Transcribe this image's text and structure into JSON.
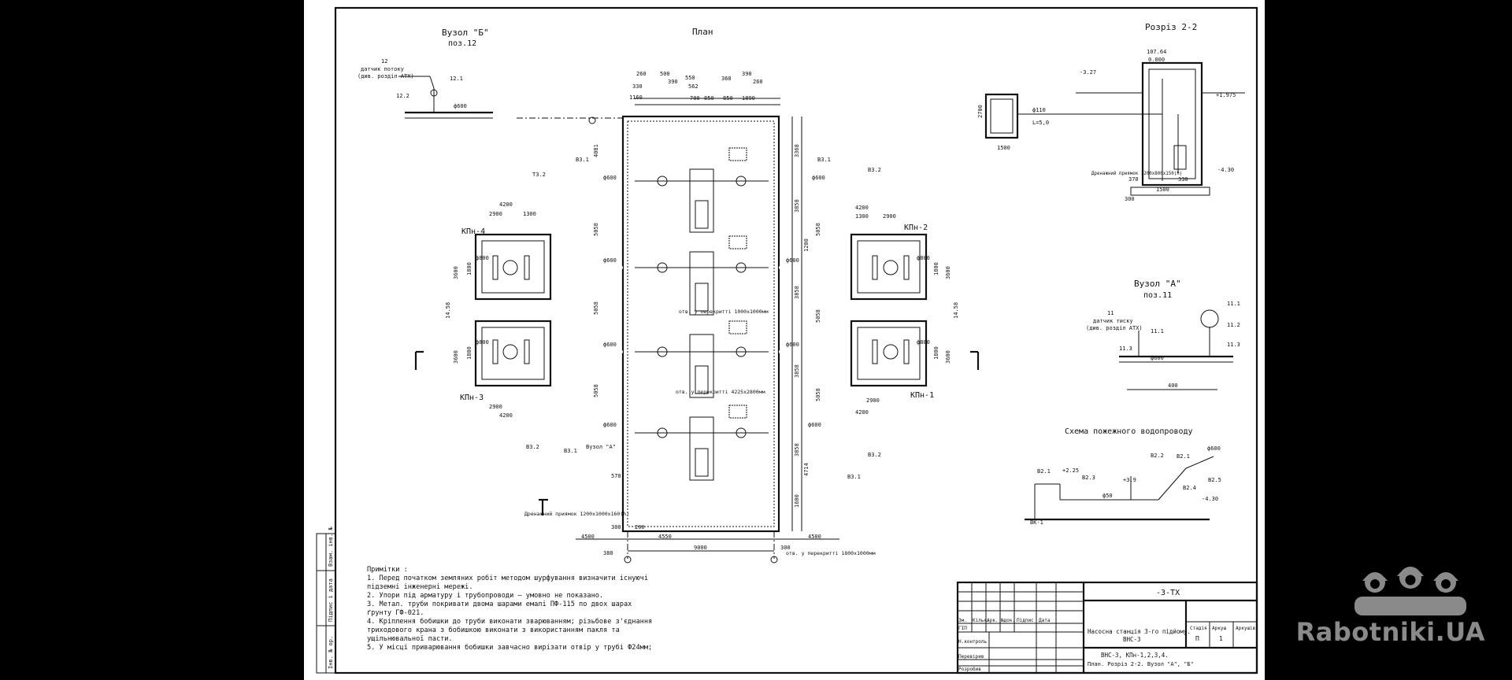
{
  "titles": {
    "plan": "План",
    "node_b": "Вузол \"Б\"",
    "node_b_pos": "поз.12",
    "section": "Розріз 2-2",
    "node_a": "Вузол \"А\"",
    "node_a_pos": "поз.11",
    "fire_scheme": "Схема пожежного водопроводу"
  },
  "chambers": {
    "kpn1": "КПн-1",
    "kpn2": "КПн-2",
    "kpn3": "КПн-3",
    "kpn4": "КПн-4"
  },
  "plan_labels": {
    "d600": "ф600",
    "d800": "ф800",
    "v31": "В3.1",
    "v32": "В3.2",
    "t2": "Т3.2",
    "node_a_ref": "Вузол \"А\"",
    "mounting": "отв. у перекритті 1000х1000мм",
    "mounting2": "отв. у перекритті 4225х2800мм",
    "mounting3": "отв. у перекритті 1800х1000мм",
    "drain": "Дренажний приямок 1200х1000х160(h)"
  },
  "dims": {
    "d260": "260",
    "d500": "500",
    "d550": "550",
    "d390": "390",
    "d330": "330",
    "d360": "360",
    "d1160": "1160",
    "d562": "562",
    "d700": "700",
    "d850": "850",
    "d1890": "1890",
    "d3368": "3368",
    "d4081": "4081",
    "d3858": "3858",
    "d1200": "1200",
    "d5058": "5058",
    "d4714": "4714",
    "d1600": "1600",
    "d4200": "4200",
    "d2900": "2900",
    "d1300": "1300",
    "d3600": "3600",
    "d1800": "1800",
    "d1458": "14.58",
    "d4500": "4500",
    "d4550": "4550",
    "d9000": "9000",
    "d380": "380",
    "d300": "300",
    "d200": "200",
    "d570": "570"
  },
  "section_labels": {
    "m327": "-3.27",
    "e10364": "107.64",
    "zero": "0.000",
    "m1975": "+1.975",
    "m430": "-4.30",
    "d2700": "2700",
    "d1500": "1500",
    "d110": "ф110",
    "l": "L=5,0",
    "pit": "Дренажний приямок 1200х800х150(h)",
    "d370": "370",
    "d330s": "330",
    "d1500s": "1500",
    "d300s": "300"
  },
  "node_labels": {
    "flow_sensor": "датчик потоку",
    "flow_ref": "(див. розділ АТХ)",
    "pressure_sensor": "датчик тиску",
    "pressure_ref": "(див. розділ АТХ)",
    "n12": "12",
    "n121": "12.1",
    "n122": "12.2",
    "n11": "11",
    "n111": "11.1",
    "n112": "11.2",
    "n113": "11.3",
    "d600": "ф600",
    "d400": "400"
  },
  "fire_labels": {
    "b21": "В2.1",
    "b22": "В2.2",
    "b23": "В2.3",
    "b24": "В2.4",
    "b25": "В2.5",
    "b26": "ВК-1",
    "d600": "ф600",
    "d50": "ф50",
    "p225": "+2.25",
    "p39": "+3.9",
    "m430": "-4.30"
  },
  "notes": {
    "header": "Примітки :",
    "n1": "1. Перед початком земляних робіт методом шурфування визначити існуючі",
    "n1b": "підземні інженерні мережі.",
    "n2": "2. Упори під арматуру і трубопроводи — умовно не показано.",
    "n3": "3. Метал. труби покривати двома шарами емалі ПФ-115  по двох шарах",
    "n3b": "ґрунту ГФ-021.",
    "n4": "4. Кріплення бобишки до труби виконати зварюванням; різьбове з'єднання",
    "n4b": "триходового крана з бобишкою виконати з використанням пакля та",
    "n4c": "ущільнювальної пасти.",
    "n5": "5. У місці приварювання бобишки завчасно вирізати отвір у трубі Ф24мм;"
  },
  "title_block": {
    "code": "-3-ТХ",
    "project": "Насосна станція 3-го підйому.",
    "project2": "ВНС-3",
    "sheet_desc": "ВНС-3, КПн-1,2,3,4.",
    "sheet_desc2": "План. Розріз 2-2. Вузол \"А\", \"Б\"",
    "stage_h": "Стадія",
    "sheet_h": "Аркуш",
    "sheets_h": "Аркушів",
    "stage": "П",
    "sheet": "1",
    "cols": [
      "Зм.",
      "Кільк.",
      "Арк.",
      "№док.",
      "Підпис",
      "Дата"
    ],
    "gip": "ГІП",
    "nkontrol": "Н.контроль",
    "checked": "Перевірив",
    "drawn": "Розробив",
    "side": [
      "Інв. № ор.",
      "Підпис і дата",
      "Взам. інв. №"
    ]
  },
  "watermark": "Rabotniki.UA"
}
